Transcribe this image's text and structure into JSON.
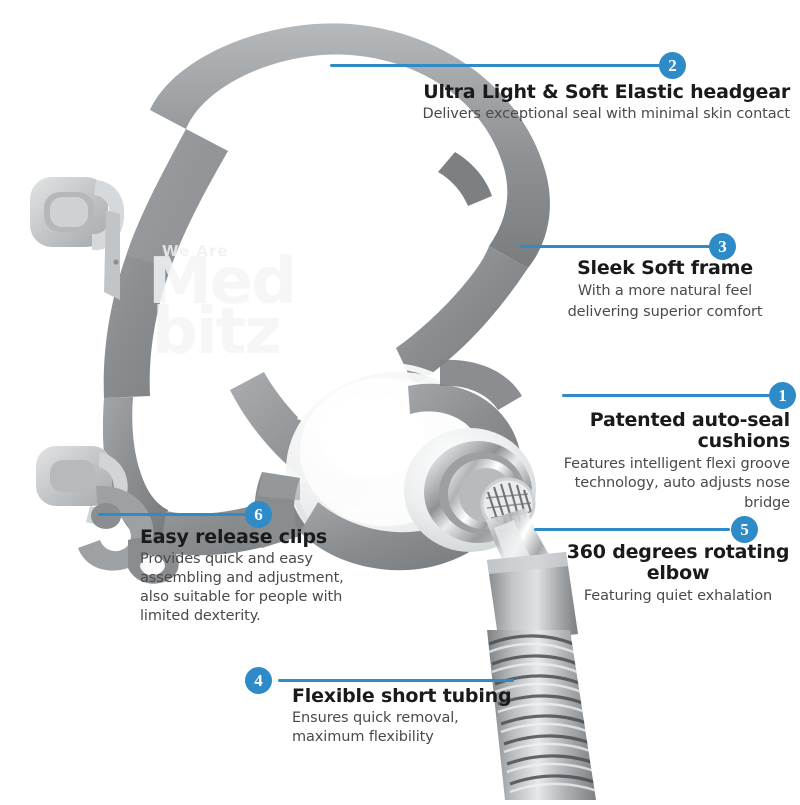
{
  "theme": {
    "background": "#ffffff",
    "accent_blue": "#2E8BC8",
    "badge_text": "#ffffff",
    "title_color": "#1a1a1a",
    "desc_color": "#4a4a4a",
    "strap_gray": "#8b8e91",
    "strap_gray_light": "#b9bcbe",
    "buckle_gray": "#c6c8ca",
    "cushion_white": "#f3f4f5",
    "chrome": "#d9dbdd"
  },
  "watermark": {
    "line1": "We Are",
    "line2": "Med",
    "line3": "bitz"
  },
  "product": {
    "name": "cpap-nasal-mask",
    "parts": [
      "headgear-straps",
      "side-buckle-clip",
      "lower-release-clip",
      "soft-frame",
      "auto-seal-cushion",
      "rotating-elbow",
      "vent-grille",
      "flexible-short-tubing"
    ]
  },
  "callouts": [
    {
      "number": "2",
      "title": "Ultra Light & Soft Elastic headgear",
      "desc": "Delivers exceptional seal with minimal skin contact",
      "align": "right"
    },
    {
      "number": "3",
      "title": "Sleek Soft frame",
      "desc": "With a more natural feel\ndelivering superior comfort",
      "align": "center"
    },
    {
      "number": "1",
      "title": "Patented auto-seal cushions",
      "desc": "Features intelligent flexi groove technology, auto adjusts nose bridge",
      "align": "right"
    },
    {
      "number": "5",
      "title": "360 degrees rotating elbow",
      "desc": "Featuring quiet exhalation",
      "align": "center"
    },
    {
      "number": "6",
      "title": "Easy release clips",
      "desc": "Provides quick and easy assembling and adjustment, also suitable for people with limited dexterity.",
      "align": "left"
    },
    {
      "number": "4",
      "title": "Flexible short tubing",
      "desc": "Ensures quick removal,\nmaximum flexibility",
      "align": "left"
    }
  ]
}
